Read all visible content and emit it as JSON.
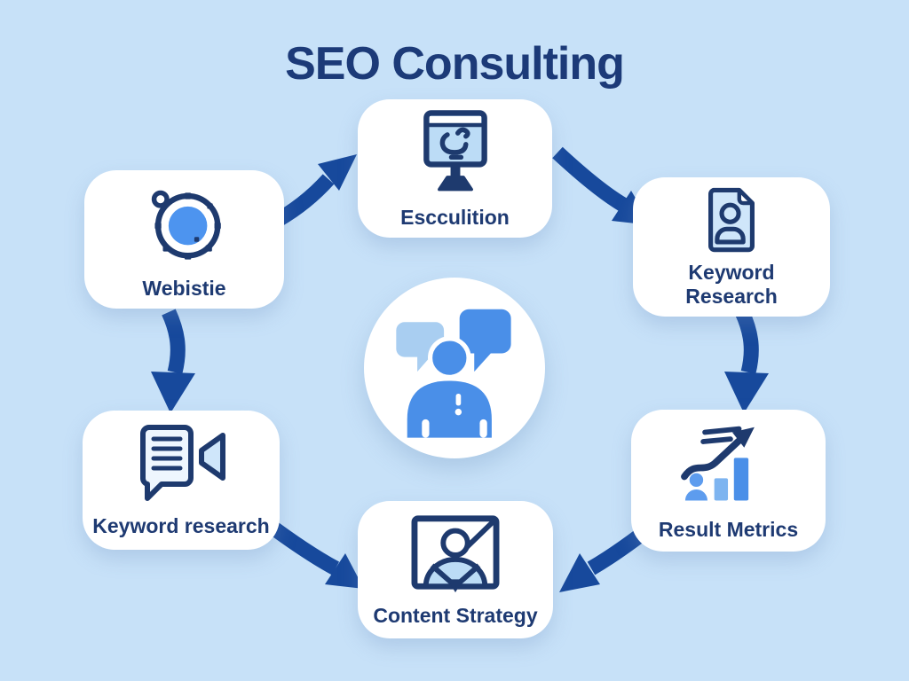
{
  "title": "SEO Consulting",
  "colors": {
    "background": "#c7e1f8",
    "card": "#ffffff",
    "title_text": "#1c3a78",
    "label_text": "#1e3a72",
    "arrow": "#17499c",
    "icon_outline": "#1e3a6e",
    "icon_fill_light": "#bcdcf6",
    "icon_fill_lighter": "#e9f4fd",
    "accent_blue": "#4d94ef",
    "person_blue": "#4a8fe8",
    "bubble_light": "#a9cef1"
  },
  "nodes": [
    {
      "id": "website",
      "label": "Webistie",
      "icon": "porthole-icon"
    },
    {
      "id": "execution",
      "label": "Escculition",
      "icon": "monitor-icon"
    },
    {
      "id": "keyword-research-doc",
      "label": "Keyword Research",
      "icon": "document-person-icon"
    },
    {
      "id": "keyword-research-chat",
      "label": "Keyword research",
      "icon": "chat-document-megaphone-icon"
    },
    {
      "id": "result-metrics",
      "label": "Result Metrics",
      "icon": "growth-chart-icon"
    },
    {
      "id": "content-strategy",
      "label": "Content Strategy",
      "icon": "presenter-frame-icon"
    }
  ],
  "center": {
    "icon": "consultant-speech-bubbles-icon"
  },
  "flow": [
    "website -> execution",
    "execution -> keyword-research-doc",
    "keyword-research-doc -> result-metrics",
    "result-metrics -> content-strategy",
    "website -> keyword-research-chat",
    "keyword-research-chat -> content-strategy"
  ]
}
